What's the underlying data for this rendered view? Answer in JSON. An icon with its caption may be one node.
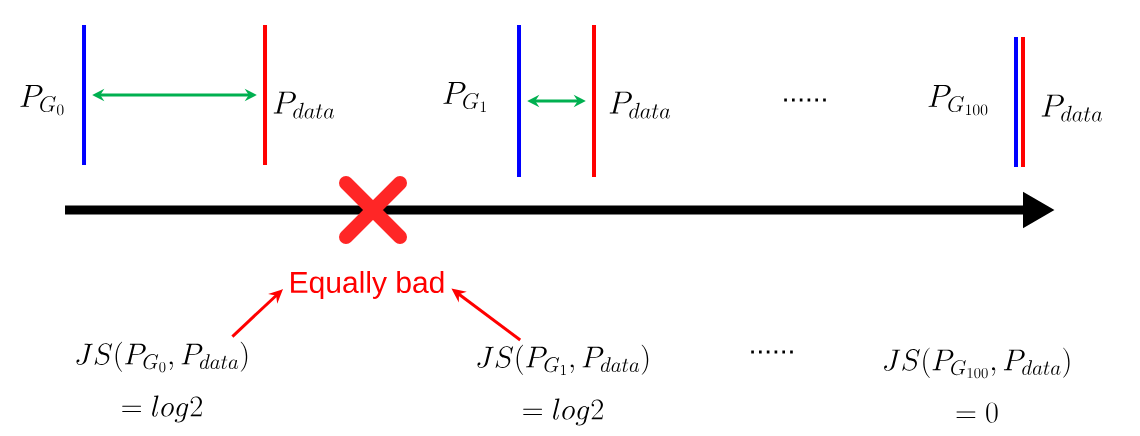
{
  "diagram": {
    "nodes": [
      {
        "text": [],
        "shape": "bar",
        "beside": [
          "P_{G_0}"
        ]
      },
      {
        "text": [],
        "shape": "bar",
        "beside": [
          "P_{data}"
        ]
      },
      {
        "text": [],
        "shape": "bar",
        "beside": [
          "P_{G_1}"
        ]
      },
      {
        "text": [],
        "shape": "bar",
        "beside": [
          "P_{data}"
        ]
      },
      {
        "text": [],
        "shape": "bar",
        "beside": [
          "P_{G_{100}}"
        ]
      },
      {
        "text": [],
        "shape": "bar",
        "beside": [
          "P_{data}"
        ]
      },
      {
        "text": [
          "Equally bad"
        ]
      },
      {
        "text": [
          "JS\\big(P_{G_0}, P_{data}\\big)",
          "= log2"
        ]
      },
      {
        "text": [
          "JS\\big(P_{G_1}, P_{data}\\big)",
          "= log2"
        ]
      },
      {
        "text": [
          "JS\\big(P_{G_{100}}, P_{data}\\big)",
          "= 0"
        ]
      }
    ],
    "edges": [
      {
        "from": 0,
        "to": 1,
        "arrow": "both",
        "color": "#00b050"
      },
      {
        "from": 2,
        "to": 3,
        "arrow": "both",
        "color": "#00b050"
      },
      {
        "from": 7,
        "to": 6,
        "arrow": "to",
        "color": "#ff0000"
      },
      {
        "from": 8,
        "to": 6,
        "arrow": "to",
        "color": "#ff0000"
      }
    ],
    "labels": [
      "......",
      "......"
    ]
  }
}
